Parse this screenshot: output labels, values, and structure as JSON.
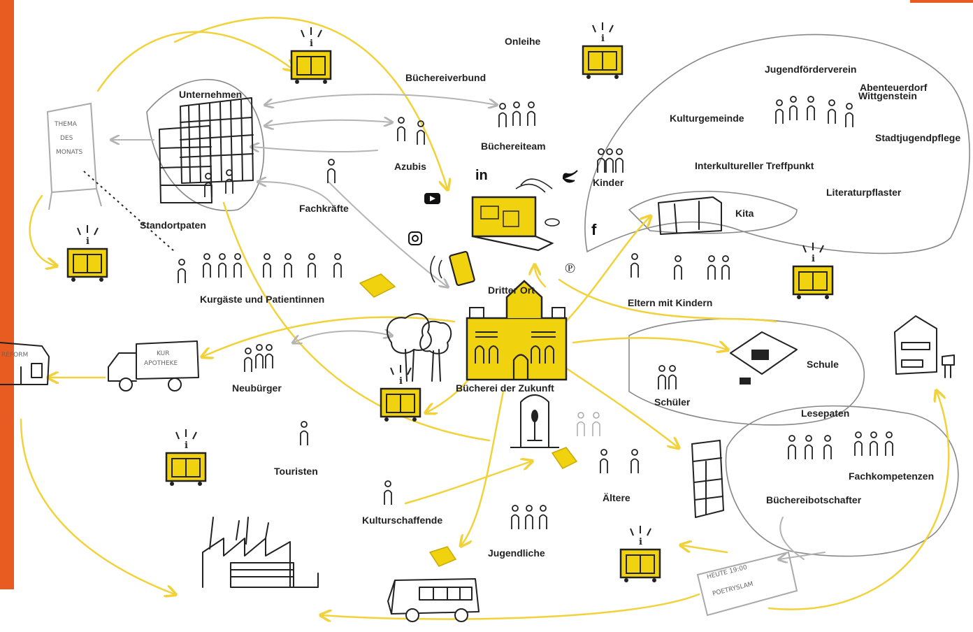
{
  "colors": {
    "accent_orange": "#e85c22",
    "yellow": "#f1d20f",
    "yellow_arrow": "#f2d23b",
    "gray_arrow": "#b4b4b4",
    "ink": "#222222"
  },
  "center": {
    "title": "Bücherei der Zukunft",
    "third_place": "Dritter Ort"
  },
  "labels": {
    "onleihe": "Onleihe",
    "buechereiverbund": "Büchereiverbund",
    "unternehmen": "Unternehmen",
    "buechereiteam": "Büchereiteam",
    "azubis": "Azubis",
    "fachkraefte": "Fachkräfte",
    "standortpaten": "Standortpaten",
    "kurgaeste": "Kurgäste und Patientinnen",
    "neubuerger": "Neubürger",
    "touristen": "Touristen",
    "kulturschaffende": "Kulturschaffende",
    "jugendliche": "Jugendliche",
    "aeltere": "Ältere",
    "schueler": "Schüler",
    "schule": "Schule",
    "lesepaten": "Lesepaten",
    "fachkompetenzen": "Fachkompetenzen",
    "buechereibotschafter": "Büchereibotschafter",
    "eltern": "Eltern mit Kindern",
    "kita": "Kita",
    "kinder": "Kinder",
    "kulturgemeinde": "Kulturgemeinde",
    "interkultureller": "Interkultureller Treffpunkt",
    "literaturpflaster": "Literaturpflaster",
    "jugendfoerderverein": "Jugendförderverein",
    "abenteuerdorf_1": "Abenteuerdorf",
    "abenteuerdorf_2": "Wittgenstein",
    "stadtjugendpflege": "Stadtjugendpflege"
  },
  "handwritten": {
    "sign_line1": "THEMA",
    "sign_line2": "DES",
    "sign_line3": "MONATS",
    "truck_line1": "KUR",
    "truck_line2": "APOTHEKE",
    "shop": "REFORM",
    "poster_line1": "HEUTE 19:00",
    "poster_line2": "POETRYSLAM"
  },
  "social_icons": [
    "linkedin-icon",
    "twitter-icon",
    "youtube-icon",
    "facebook-icon",
    "instagram-icon",
    "pinterest-icon"
  ]
}
